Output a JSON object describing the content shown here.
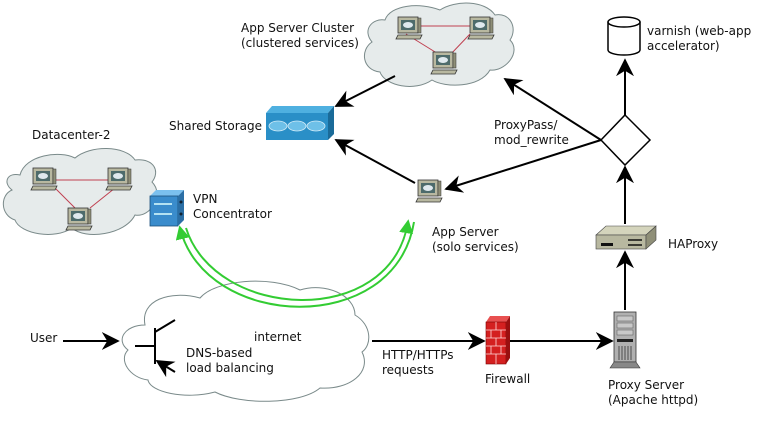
{
  "diagram": {
    "nodes": {
      "app_server_cluster": {
        "line1": "App Server Cluster",
        "line2": "(clustered services)"
      },
      "varnish": {
        "line1": "varnish (web-app",
        "line2": "accelerator)"
      },
      "shared_storage": {
        "label": "Shared Storage"
      },
      "datacenter2": {
        "label": "Datacenter-2"
      },
      "vpn": {
        "line1": "VPN",
        "line2": "Concentrator"
      },
      "proxypass": {
        "line1": "ProxyPass/",
        "line2": "mod_rewrite"
      },
      "app_server": {
        "line1": "App Server",
        "line2": "(solo services)"
      },
      "haproxy": {
        "label": "HAProxy"
      },
      "user": {
        "label": "User"
      },
      "internet": {
        "label": "internet"
      },
      "dns": {
        "line1": "DNS-based",
        "line2": "load balancing"
      },
      "http": {
        "line1": "HTTP/HTTPs",
        "line2": "requests"
      },
      "firewall": {
        "label": "Firewall"
      },
      "proxy_server": {
        "line1": "Proxy Server",
        "line2": "(Apache httpd)"
      }
    },
    "edges": [
      {
        "from": "User",
        "to": "internet"
      },
      {
        "from": "internet",
        "to": "Firewall",
        "label": "HTTP/HTTPs requests"
      },
      {
        "from": "Firewall",
        "to": "Proxy Server"
      },
      {
        "from": "Proxy Server",
        "to": "HAProxy"
      },
      {
        "from": "HAProxy",
        "to": "ProxyPass/mod_rewrite"
      },
      {
        "from": "ProxyPass/mod_rewrite",
        "to": "varnish"
      },
      {
        "from": "ProxyPass/mod_rewrite",
        "to": "App Server Cluster"
      },
      {
        "from": "ProxyPass/mod_rewrite",
        "to": "App Server"
      },
      {
        "from": "App Server Cluster",
        "to": "Shared Storage"
      },
      {
        "from": "App Server",
        "to": "Shared Storage"
      },
      {
        "from": "App Server",
        "to": "VPN Concentrator",
        "style": "green-bidirectional-tunnel"
      }
    ],
    "colors": {
      "cloud_fill": "#e6ebeb",
      "cloud_stroke": "#7a8a8a",
      "storage_blue": "#2a8fc7",
      "vpn_blue": "#3a8ccc",
      "tunnel_green": "#33cc33",
      "link_red": "#c04050",
      "firewall_red": "#d42020",
      "device_beige": "#b8b8a0"
    }
  }
}
